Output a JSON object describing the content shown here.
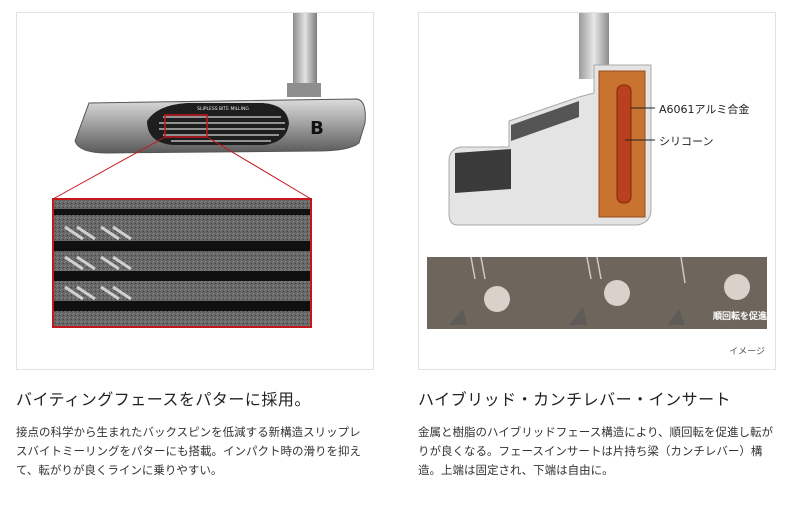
{
  "left": {
    "title": "バイティングフェースをパターに採用。",
    "description": "接点の科学から生まれたバックスピンを低減する新構造スリップレスバイトミーリングをパターにも搭載。インパクト時の滑りを抑えて、転がりが良くラインに乗りやすい。",
    "putter_face_engraving": "SLIPLESS BITE MILLING",
    "brand_logo_letter": "B"
  },
  "right": {
    "title": "ハイブリッド・カンチレバー・インサート",
    "description": "金属と樹脂のハイブリッドフェース構造により、順回転を促進し転がりが良くなる。フェースインサートは片持ち梁（カンチレバー）構造。上端は固定され、下端は自由に。",
    "callouts": [
      "A6061アルミ合金",
      "シリコーン"
    ],
    "roll_label": "順回転を促進",
    "caption": "イメージ"
  },
  "colors": {
    "accent_red": "#c4161c",
    "aluminum": "#c8732f",
    "silicone": "#b8401c",
    "photo_bg": "#6e655c"
  }
}
